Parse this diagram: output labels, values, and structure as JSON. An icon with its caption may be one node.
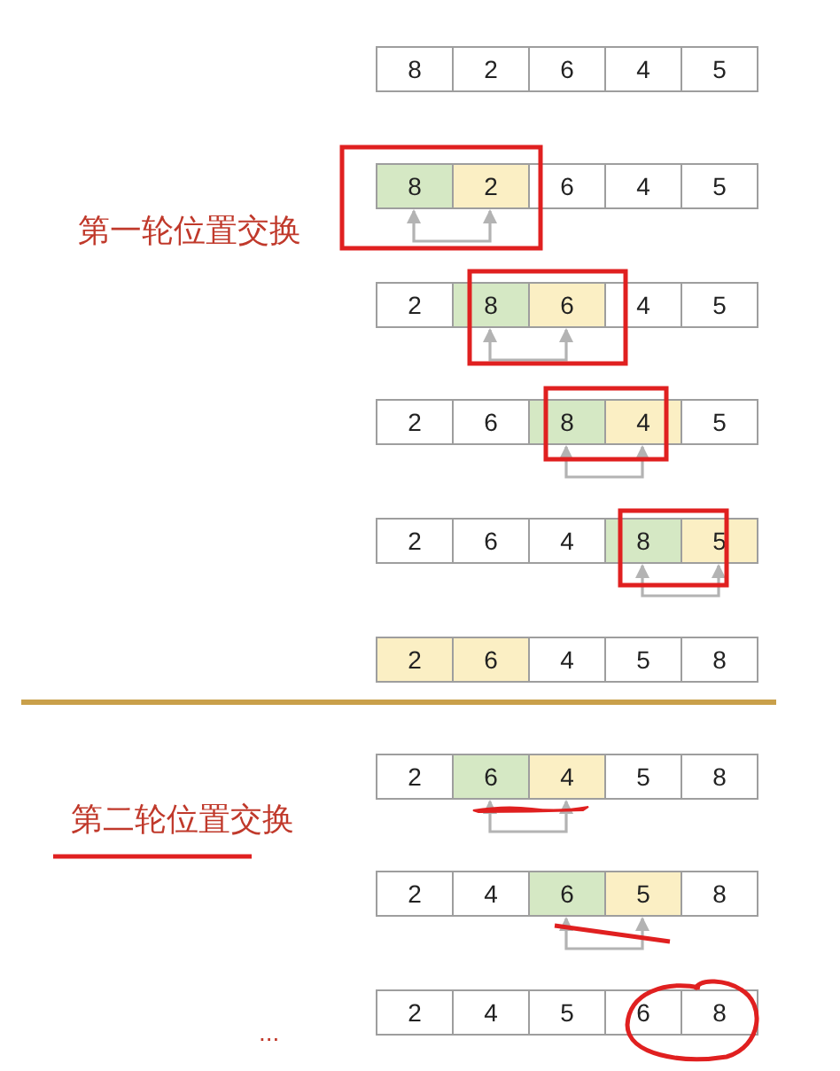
{
  "diagram": {
    "nodes": [
      {
        "text": [
          "8"
        ]
      },
      {
        "text": [
          "2"
        ]
      },
      {
        "text": [
          "6"
        ]
      },
      {
        "text": [
          "4"
        ]
      },
      {
        "text": [
          "5"
        ]
      },
      {
        "text": [
          "8"
        ]
      },
      {
        "text": [
          "2"
        ]
      },
      {
        "text": [
          "6"
        ]
      },
      {
        "text": [
          "4"
        ]
      },
      {
        "text": [
          "5"
        ]
      },
      {
        "text": [
          "2"
        ]
      },
      {
        "text": [
          "8"
        ]
      },
      {
        "text": [
          "6"
        ]
      },
      {
        "text": [
          "4"
        ]
      },
      {
        "text": [
          "5"
        ]
      },
      {
        "text": [
          "2"
        ]
      },
      {
        "text": [
          "6"
        ]
      },
      {
        "text": [
          "8"
        ]
      },
      {
        "text": [
          "4"
        ]
      },
      {
        "text": [
          "5"
        ]
      },
      {
        "text": [
          "2"
        ]
      },
      {
        "text": [
          "6"
        ]
      },
      {
        "text": [
          "4"
        ]
      },
      {
        "text": [
          "8"
        ]
      },
      {
        "text": [
          "5"
        ]
      },
      {
        "text": [
          "2"
        ]
      },
      {
        "text": [
          "6"
        ]
      },
      {
        "text": [
          "4"
        ]
      },
      {
        "text": [
          "5"
        ]
      },
      {
        "text": [
          "8"
        ]
      },
      {
        "text": [
          "2"
        ]
      },
      {
        "text": [
          "6"
        ]
      },
      {
        "text": [
          "4"
        ]
      },
      {
        "text": [
          "5"
        ]
      },
      {
        "text": [
          "8"
        ]
      },
      {
        "text": [
          "2"
        ]
      },
      {
        "text": [
          "4"
        ]
      },
      {
        "text": [
          "6"
        ]
      },
      {
        "text": [
          "5"
        ]
      },
      {
        "text": [
          "8"
        ]
      },
      {
        "text": [
          "2"
        ]
      },
      {
        "text": [
          "4"
        ]
      },
      {
        "text": [
          "5"
        ]
      },
      {
        "text": [
          "6"
        ]
      },
      {
        "text": [
          "8"
        ]
      }
    ],
    "edges": [
      {
        "from": 5,
        "to": 6,
        "arrow": "both"
      },
      {
        "from": 11,
        "to": 12,
        "arrow": "both"
      },
      {
        "from": 17,
        "to": 18,
        "arrow": "both"
      },
      {
        "from": 23,
        "to": 24,
        "arrow": "both"
      },
      {
        "from": 31,
        "to": 32,
        "arrow": "both"
      },
      {
        "from": 37,
        "to": 38,
        "arrow": "both"
      }
    ],
    "labels": [
      "第一轮位置交换",
      "第二轮位置交换",
      "..."
    ]
  }
}
